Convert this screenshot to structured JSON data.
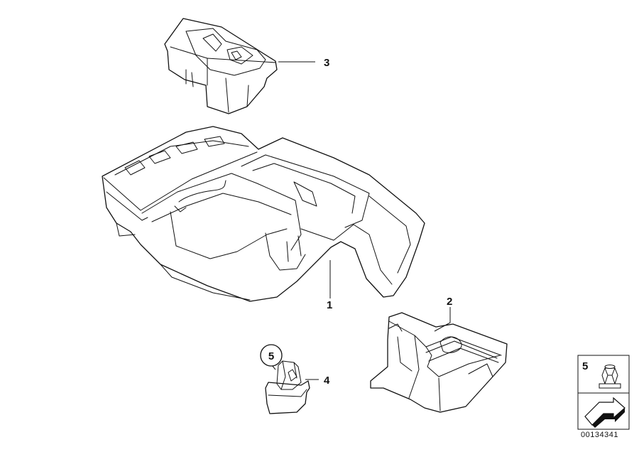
{
  "diagram": {
    "callouts": {
      "part_1": "1",
      "part_2": "2",
      "part_3": "3",
      "part_4": "4",
      "part_5_circle": "5",
      "legend_5": "5"
    },
    "reference_number": "00134341"
  }
}
